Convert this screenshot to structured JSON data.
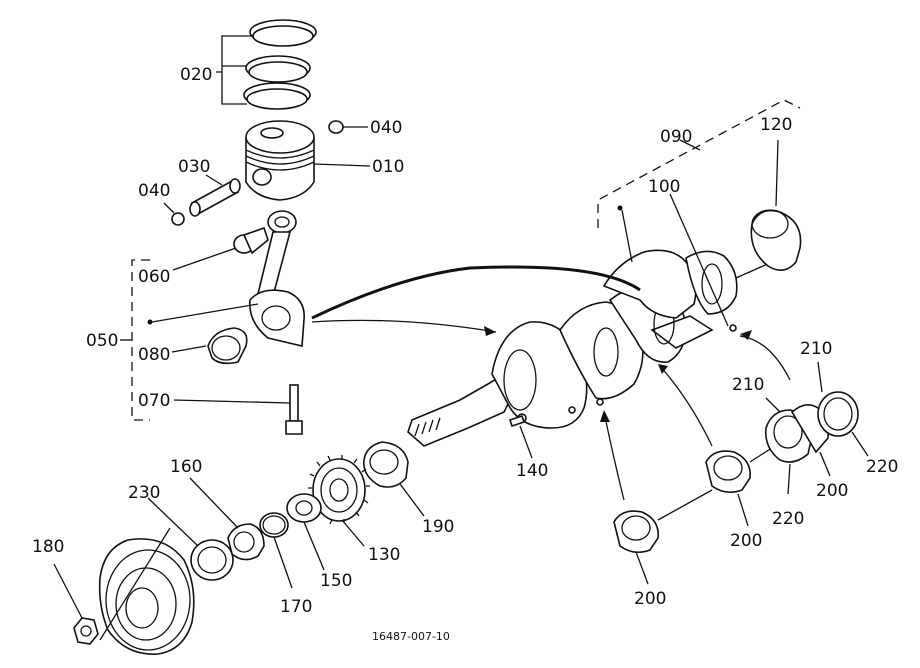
{
  "diagram": {
    "drawing_number": "16487-007-10",
    "callouts": [
      {
        "id": "c020",
        "label": "020"
      },
      {
        "id": "c040a",
        "label": "040"
      },
      {
        "id": "c010",
        "label": "010"
      },
      {
        "id": "c030",
        "label": "030"
      },
      {
        "id": "c040b",
        "label": "040"
      },
      {
        "id": "c060",
        "label": "060"
      },
      {
        "id": "c050",
        "label": "050"
      },
      {
        "id": "c080",
        "label": "080"
      },
      {
        "id": "c070",
        "label": "070"
      },
      {
        "id": "c090",
        "label": "090"
      },
      {
        "id": "c120",
        "label": "120"
      },
      {
        "id": "c100",
        "label": "100"
      },
      {
        "id": "c140",
        "label": "140"
      },
      {
        "id": "c190",
        "label": "190"
      },
      {
        "id": "c160",
        "label": "160"
      },
      {
        "id": "c230",
        "label": "230"
      },
      {
        "id": "c130",
        "label": "130"
      },
      {
        "id": "c150",
        "label": "150"
      },
      {
        "id": "c170",
        "label": "170"
      },
      {
        "id": "c180",
        "label": "180"
      },
      {
        "id": "c200a",
        "label": "200"
      },
      {
        "id": "c200b",
        "label": "200"
      },
      {
        "id": "c200c",
        "label": "200"
      },
      {
        "id": "c210a",
        "label": "210"
      },
      {
        "id": "c210b",
        "label": "210"
      },
      {
        "id": "c220a",
        "label": "220"
      },
      {
        "id": "c220b",
        "label": "220"
      }
    ]
  }
}
